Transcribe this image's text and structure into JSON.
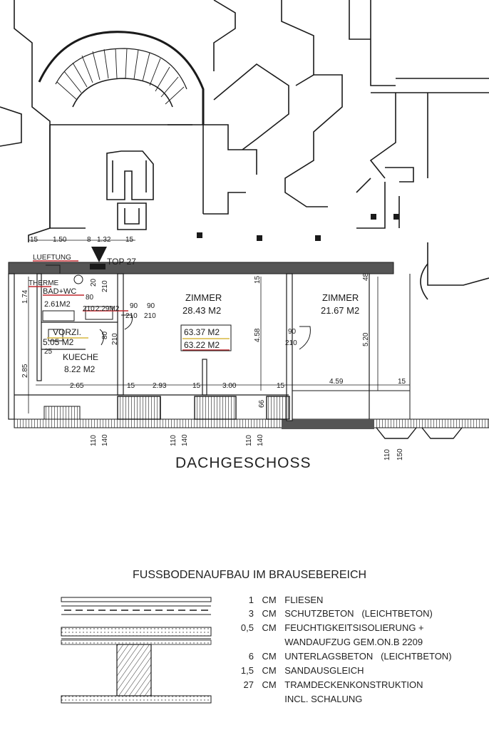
{
  "plan": {
    "title": "DACHGESCHOSS",
    "top_label": "TOP 27",
    "rooms": [
      {
        "name": "ZIMMER",
        "area": "28.43 M2"
      },
      {
        "name": "ZIMMER",
        "area": "21.67 M2"
      },
      {
        "name": "VORZI.",
        "area": "5.05 M2"
      },
      {
        "name": "KUECHE",
        "area": "8.22 M2"
      },
      {
        "name": "BAD+WC",
        "area": "2.61M2"
      },
      {
        "name": "LUEFTUNG"
      },
      {
        "name": "THERME"
      }
    ],
    "totals": [
      "63.37 M2",
      "63.22 M2"
    ],
    "small_text": [
      "2.29M2"
    ],
    "dimensions": {
      "top": [
        "15",
        "1.50",
        "8",
        "1.32",
        "15"
      ],
      "bottom": [
        "2.65",
        "15",
        "2.93",
        "15",
        "3.00",
        "15",
        "4.59",
        "15"
      ],
      "vertical": [
        "1.74",
        "2.85",
        "4.58",
        "5.20",
        "15",
        "48",
        "66"
      ],
      "door_sizes": [
        "80",
        "210",
        "90",
        "210",
        "90",
        "210",
        "80",
        "210",
        "25",
        "20",
        "210",
        "90",
        "210"
      ],
      "window_sizes": [
        "110",
        "140",
        "110",
        "140",
        "110",
        "140",
        "110",
        "150"
      ]
    }
  },
  "floor_build": {
    "title": "FUSSBODENAUFBAU IM BRAUSEBEREICH",
    "layers": [
      {
        "thickness": "1",
        "unit": "CM",
        "description": "FLIESEN"
      },
      {
        "thickness": "3",
        "unit": "CM",
        "description": "SCHUTZBETON   (LEICHTBETON)"
      },
      {
        "thickness": "0,5",
        "unit": "CM",
        "description": "FEUCHTIGKEITSISOLIERUNG +"
      },
      {
        "thickness": "",
        "unit": "",
        "description": "WANDAUFZUG GEM.ON.B 2209"
      },
      {
        "thickness": "6",
        "unit": "CM",
        "description": "UNTERLAGSBETON   (LEICHTBETON)"
      },
      {
        "thickness": "1,5",
        "unit": "CM",
        "description": "SANDAUSGLEICH"
      },
      {
        "thickness": "27",
        "unit": "CM",
        "description": "TRAMDECKENKONSTRUKTION"
      },
      {
        "thickness": "",
        "unit": "",
        "description": "INCL. SCHALUNG"
      }
    ]
  },
  "colors": {
    "ink": "#1a1a1a",
    "wall_fill": "#555555",
    "red_mark": "#c0282e",
    "yellow_mark": "#d8b840"
  }
}
